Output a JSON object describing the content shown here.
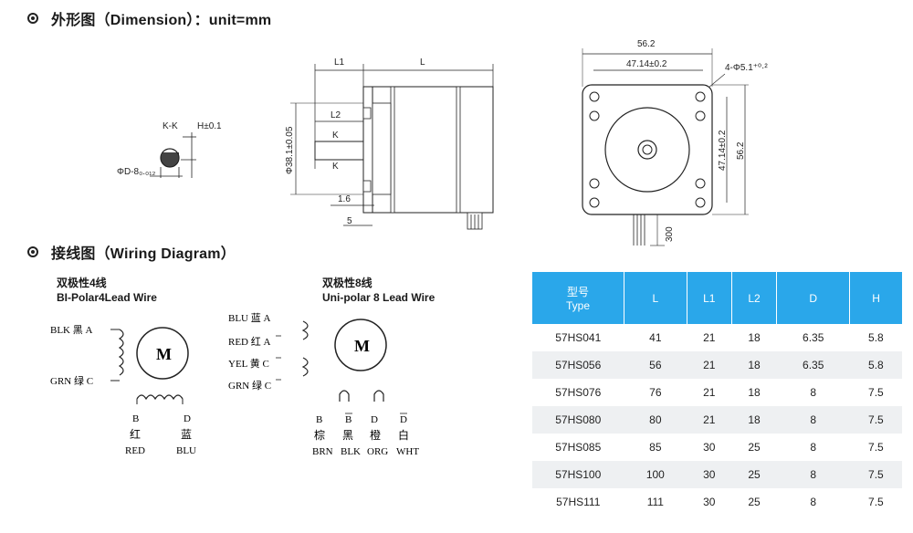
{
  "dimension_section": {
    "title": "外形图（Dimension）：unit=mm"
  },
  "wiring_section": {
    "title": "接线图（Wiring Diagram）"
  },
  "side_view": {
    "kk_label": "K-K",
    "h_label": "H±0.1",
    "d_label": "ΦD-8₀.₀₁₂",
    "l1_label": "L1",
    "l_label": "L",
    "l2_label": "L2",
    "k_label": "K",
    "dia_label": "Φ38.1±0.05",
    "d16_label": "1.6",
    "d5_label": "5"
  },
  "front_view": {
    "w562_label": "56.2",
    "w4714_label": "47.14±0.2",
    "hole_label": "4-Φ5.1⁺⁰·²",
    "v4714_label": "47.14±0.2",
    "v562_label": "56.2",
    "lead_len_label": "300"
  },
  "bipolar": {
    "title_cn": "双极性4线",
    "title_en": "BI-Polar4Lead Wire",
    "motor": "M",
    "blk": "BLK 黑 A",
    "grn": "GRN 绿 C",
    "b_letter": "B",
    "d_letter": "D",
    "b_cn": "红",
    "d_cn": "蓝",
    "b_en": "RED",
    "d_en": "BLU"
  },
  "unipolar": {
    "title_cn": "双极性8线",
    "title_en": "Uni-polar 8 Lead Wire",
    "motor": "M",
    "blu": "BLU 蓝 A",
    "red": "RED 红 A",
    "yel": "YEL 黄 C",
    "grn": "GRN 绿 C",
    "col_letters": [
      "B",
      "B",
      "D",
      "D"
    ],
    "col_cn": [
      "棕",
      "黑",
      "橙",
      "白"
    ],
    "col_en": [
      "BRN",
      "BLK",
      "ORG",
      "WHT"
    ]
  },
  "table": {
    "headers": [
      {
        "cn": "型号",
        "en": "Type"
      },
      {
        "cn": "L"
      },
      {
        "cn": "L1"
      },
      {
        "cn": "L2"
      },
      {
        "cn": "D"
      },
      {
        "cn": "H"
      }
    ],
    "rows": [
      [
        "57HS041",
        "41",
        "21",
        "18",
        "6.35",
        "5.8"
      ],
      [
        "57HS056",
        "56",
        "21",
        "18",
        "6.35",
        "5.8"
      ],
      [
        "57HS076",
        "76",
        "21",
        "18",
        "8",
        "7.5"
      ],
      [
        "57HS080",
        "80",
        "21",
        "18",
        "8",
        "7.5"
      ],
      [
        "57HS085",
        "85",
        "30",
        "25",
        "8",
        "7.5"
      ],
      [
        "57HS100",
        "100",
        "30",
        "25",
        "8",
        "7.5"
      ],
      [
        "57HS111",
        "111",
        "30",
        "25",
        "8",
        "7.5"
      ]
    ]
  },
  "colors": {
    "header_blue": "#2aa7ea",
    "row_alt": "#eef0f2",
    "line": "#222222"
  }
}
